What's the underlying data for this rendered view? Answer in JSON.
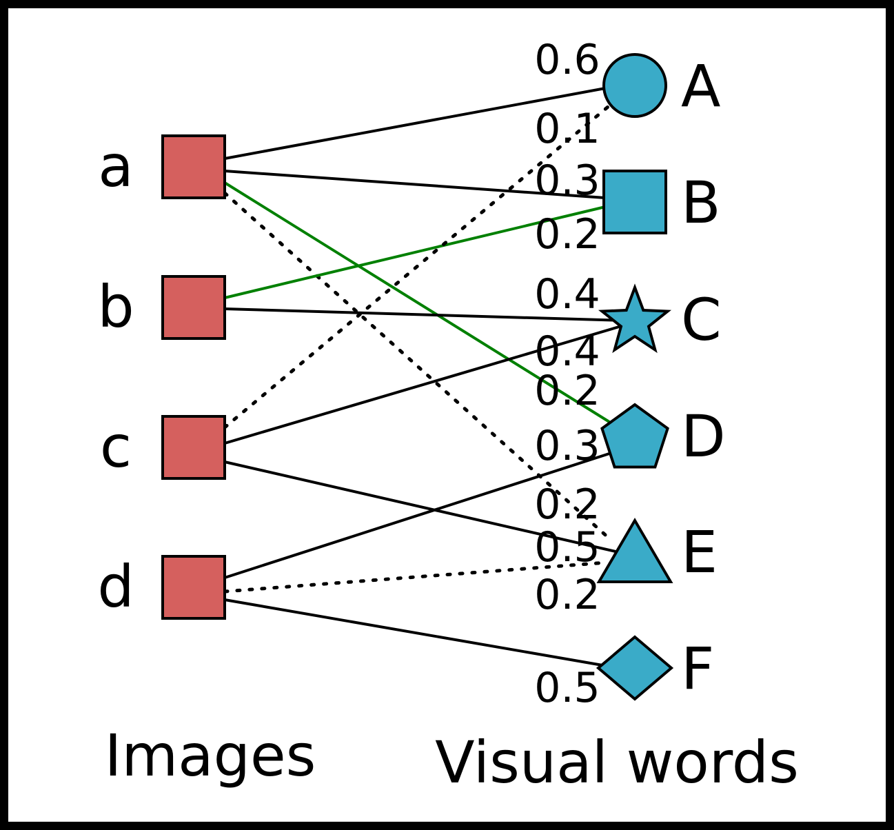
{
  "colors": {
    "image_node_fill": "#d5605e",
    "word_node_fill": "#3aabc8",
    "stroke": "#000000",
    "highlight_edge": "#008000",
    "background": "#ffffff"
  },
  "columns": {
    "left": "Images",
    "right": "Visual words"
  },
  "images": [
    {
      "id": "a",
      "label": "a"
    },
    {
      "id": "b",
      "label": "b"
    },
    {
      "id": "c",
      "label": "c"
    },
    {
      "id": "d",
      "label": "d"
    }
  ],
  "words": [
    {
      "id": "A",
      "label": "A",
      "shape": "circle"
    },
    {
      "id": "B",
      "label": "B",
      "shape": "square"
    },
    {
      "id": "C",
      "label": "C",
      "shape": "star"
    },
    {
      "id": "D",
      "label": "D",
      "shape": "pentagon"
    },
    {
      "id": "E",
      "label": "E",
      "shape": "triangle"
    },
    {
      "id": "F",
      "label": "F",
      "shape": "diamond"
    }
  ],
  "edges": [
    {
      "from": "a",
      "to": "A",
      "weight": "0.6",
      "style": "solid",
      "color": "black"
    },
    {
      "from": "a",
      "to": "B",
      "weight": "0.3",
      "style": "solid",
      "color": "black"
    },
    {
      "from": "a",
      "to": "D",
      "weight": "0.2",
      "style": "solid",
      "color": "green"
    },
    {
      "from": "a",
      "to": "E",
      "weight": "0.2",
      "style": "dotted",
      "color": "black"
    },
    {
      "from": "b",
      "to": "B",
      "weight": "0.2",
      "style": "solid",
      "color": "green"
    },
    {
      "from": "b",
      "to": "C",
      "weight": "0.4",
      "style": "solid",
      "color": "black"
    },
    {
      "from": "c",
      "to": "A",
      "weight": "0.1",
      "style": "dotted",
      "color": "black"
    },
    {
      "from": "c",
      "to": "C",
      "weight": "0.4",
      "style": "solid",
      "color": "black"
    },
    {
      "from": "c",
      "to": "E",
      "weight": "0.5",
      "style": "solid",
      "color": "black"
    },
    {
      "from": "d",
      "to": "D",
      "weight": "0.3",
      "style": "solid",
      "color": "black"
    },
    {
      "from": "d",
      "to": "E",
      "weight": "0.2",
      "style": "dotted",
      "color": "black"
    },
    {
      "from": "d",
      "to": "F",
      "weight": "0.5",
      "style": "solid",
      "color": "black"
    }
  ]
}
